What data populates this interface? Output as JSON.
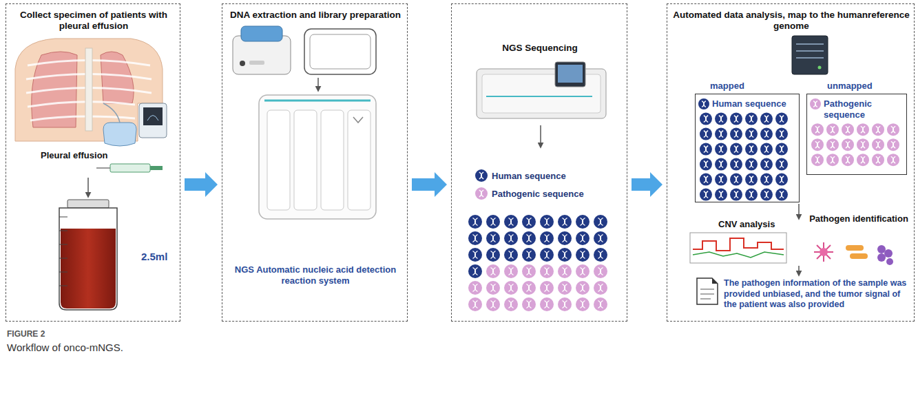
{
  "diagram": {
    "caption": "Workflow of onco-mNGS.",
    "nodes": [
      {
        "text": [
          "Collect specimen of patients with pleural effusion",
          "Pleural effusion",
          "2.5ml"
        ]
      },
      {
        "text": [
          "DNA extraction and library preparation",
          "NGS Automatic nucleic acid detection reaction system"
        ]
      },
      {
        "text": [
          "NGS Sequencing",
          "Human sequence",
          "Pathogenic sequence"
        ]
      },
      {
        "text": [
          "Automated data analysis, map to the humanreference genome",
          "mapped",
          "unmapped",
          "CNV analysis",
          "Pathogen identification",
          "The pathogen information of the sample was provided unbiased, and the tumor signal of the patient was also provided"
        ]
      },
      {
        "text": [
          "Human sequence"
        ],
        "in": 3
      },
      {
        "text": [
          "Pathogenic sequence"
        ],
        "in": 3
      }
    ],
    "edges": [
      {
        "from": 0,
        "to": 1,
        "arrow": "to"
      },
      {
        "from": 1,
        "to": 2,
        "arrow": "to"
      },
      {
        "from": 2,
        "to": 3,
        "arrow": "to"
      }
    ],
    "labels": [
      "FIGURE 2"
    ]
  }
}
